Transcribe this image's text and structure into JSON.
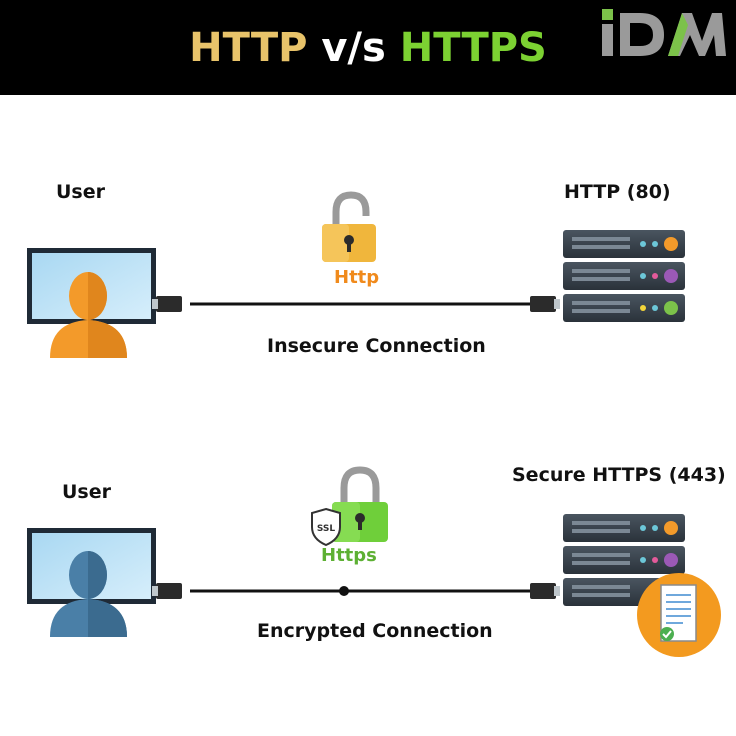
{
  "header": {
    "title_part1": "HTTP",
    "title_part2": " v/s ",
    "title_part3": "HTTPS",
    "logo_text": "iDM"
  },
  "http_section": {
    "user_label": "User",
    "lock_text": "Http",
    "server_label": "HTTP (80)",
    "connection_label": "Insecure Connection"
  },
  "https_section": {
    "user_label": "User",
    "badge_text": "SSL",
    "lock_text": "Https",
    "server_label": "Secure HTTPS (443)",
    "connection_label": "Encrypted Connection"
  },
  "colors": {
    "title_http": "#e8c36a",
    "title_vs": "#ffffff",
    "title_https": "#7cd132",
    "lock_insecure": "#f0b63c",
    "lock_secure": "#6fcf3a",
    "user_insecure": "#f39a2a",
    "user_secure": "#4a7fa7"
  },
  "icons": [
    "computer-icon",
    "user-icon",
    "open-lock-icon",
    "closed-lock-icon",
    "ssl-badge-icon",
    "server-rack-icon",
    "certificate-icon",
    "logo"
  ]
}
